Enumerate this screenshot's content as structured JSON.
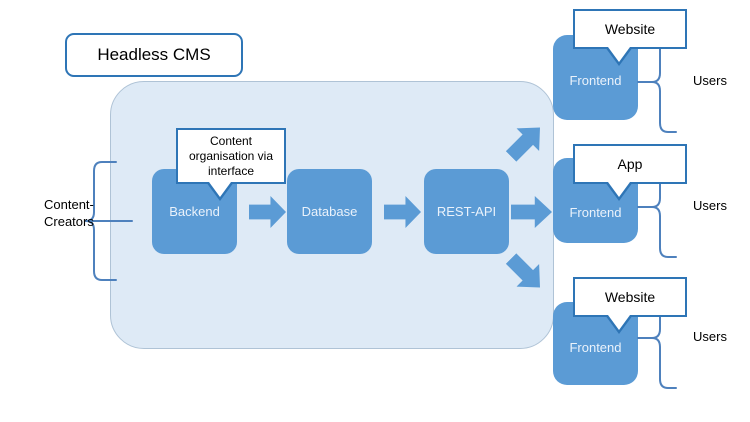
{
  "diagram": {
    "title": "Headless CMS",
    "container_label": "Headless CMS",
    "core_boxes": [
      {
        "label": "Backend"
      },
      {
        "label": "Database"
      },
      {
        "label": "REST-API"
      }
    ],
    "callouts": {
      "content_org": "Content organisation via interface"
    },
    "frontends": [
      {
        "label": "Frontend",
        "callout": "Website",
        "users": "Users"
      },
      {
        "label": "Frontend",
        "callout": "App",
        "users": "Users"
      },
      {
        "label": "Frontend",
        "callout": "Website",
        "users": "Users"
      }
    ],
    "left_actor": "Content-\nCreators",
    "colors": {
      "box_fill": "#5B9BD5",
      "panel_fill": "#DEEAF6",
      "panel_border": "#AFC3D6",
      "callout_border": "#2E75B6",
      "brace_stroke": "#4E81BD",
      "box_text": "#EAF2FB",
      "text": "#000000"
    }
  }
}
